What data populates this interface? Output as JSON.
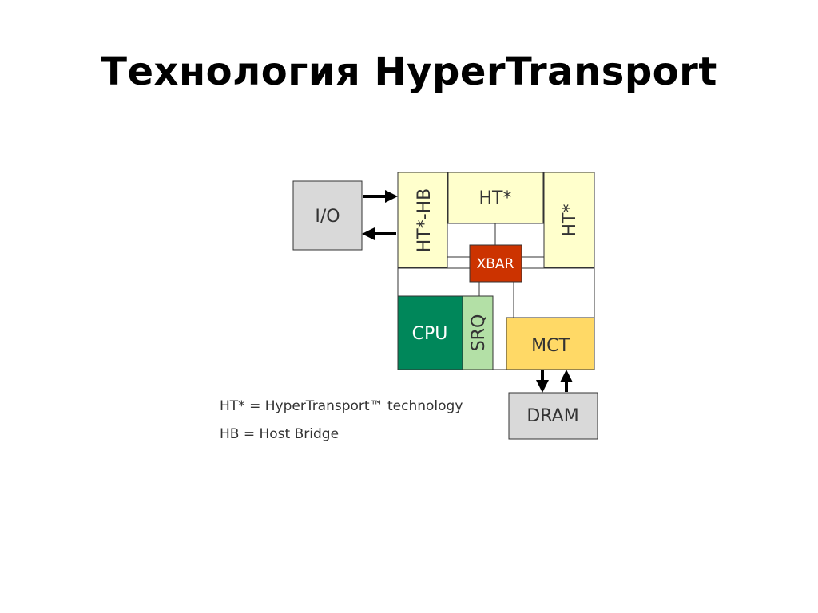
{
  "title": "Технология HyperTransport",
  "diagram": {
    "blocks": {
      "io": "I/O",
      "ht_hb": "HT*-HB",
      "ht_top": "HT*",
      "ht_right": "HT*",
      "xbar": "XBAR",
      "cpu": "CPU",
      "srq": "SRQ",
      "mct": "MCT",
      "dram": "DRAM"
    },
    "colors": {
      "ht_block": "#ffffcc",
      "io_dram": "#d9d9d9",
      "xbar": "#cc3300",
      "cpu": "#00875a",
      "srq": "#b3e0a6",
      "mct": "#ffd966",
      "outline": "#333333"
    }
  },
  "legend": {
    "line1": "HT* = HyperTransport™ technology",
    "line2": "HB = Host Bridge"
  }
}
